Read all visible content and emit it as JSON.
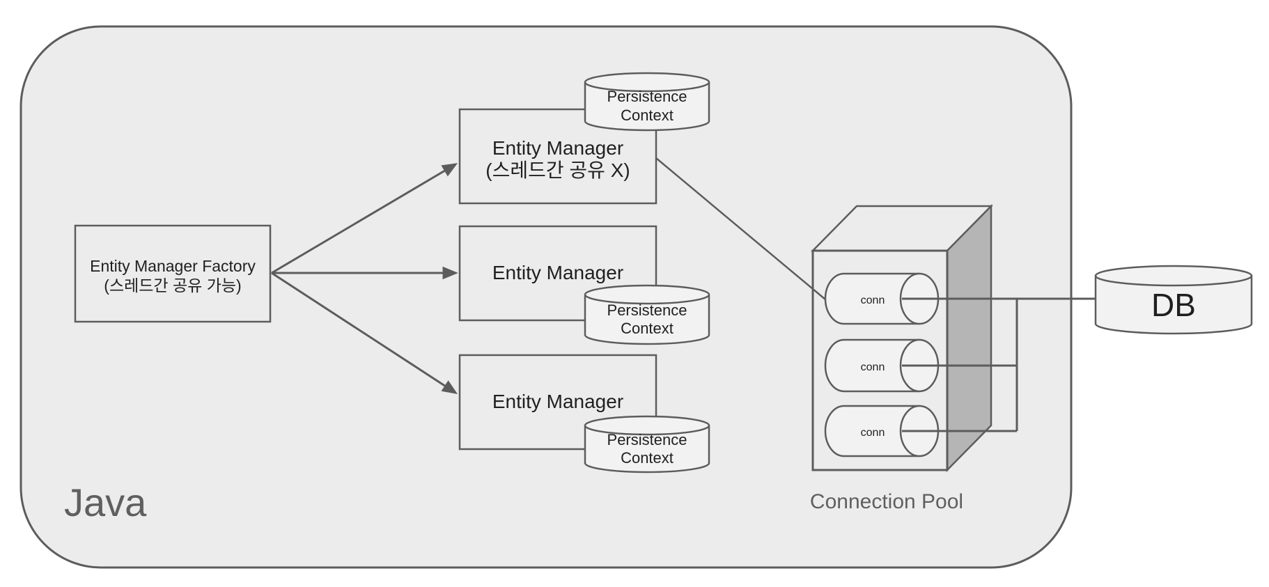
{
  "container": {
    "label": "Java"
  },
  "factory": {
    "title": "Entity Manager Factory",
    "subtitle": "(스레드간 공유 가능)"
  },
  "entity_managers": [
    {
      "title": "Entity Manager",
      "subtitle": "(스레드간 공유 X)"
    },
    {
      "title": "Entity Manager"
    },
    {
      "title": "Entity Manager"
    }
  ],
  "persistence_contexts": [
    {
      "line1": "Persistence",
      "line2": "Context"
    },
    {
      "line1": "Persistence",
      "line2": "Context"
    },
    {
      "line1": "Persistence",
      "line2": "Context"
    }
  ],
  "connection_pool": {
    "label": "Connection Pool",
    "connections": [
      {
        "label": "conn"
      },
      {
        "label": "conn"
      },
      {
        "label": "conn"
      }
    ]
  },
  "database": {
    "label": "DB"
  },
  "colors": {
    "canvas_bg": "#ffffff",
    "container_fill": "#ececec",
    "box_fill": "#ececec",
    "cylinder_fill": "#f2f2f2",
    "pool_side_fill": "#b5b5b5",
    "stroke": "#5c5c5c",
    "text": "#1f1f1f",
    "muted_text": "#5f5f5f"
  }
}
